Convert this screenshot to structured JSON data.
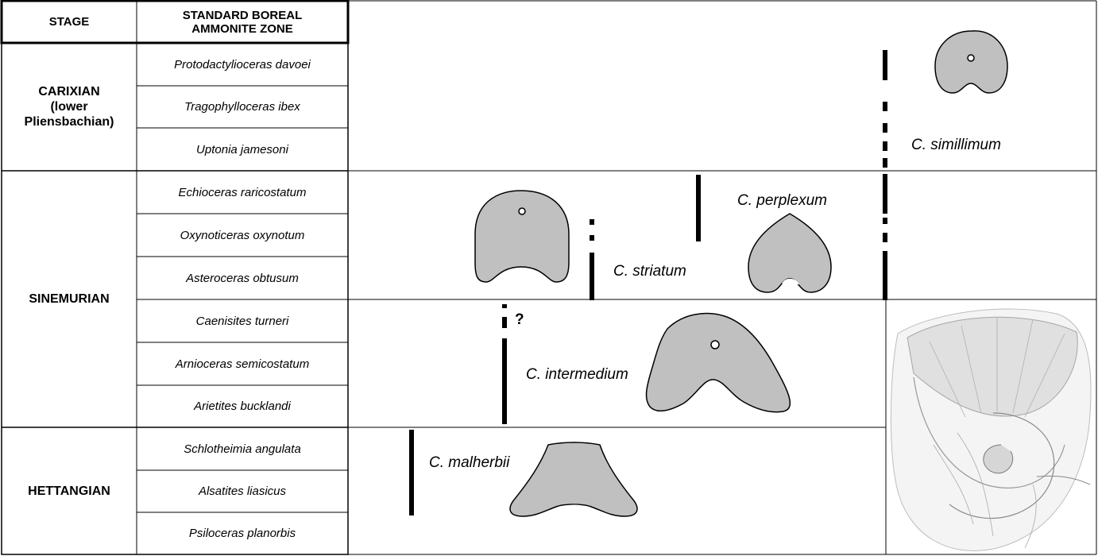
{
  "header": {
    "stage": "STAGE",
    "zone_line1": "STANDARD BOREAL",
    "zone_line2": "AMMONITE ZONE"
  },
  "stages": [
    {
      "line1": "CARIXIAN",
      "line2": "(lower",
      "line3": "Pliensbachian)"
    },
    {
      "line1": "SINEMURIAN"
    },
    {
      "line1": "HETTANGIAN"
    }
  ],
  "zones": [
    "Protodactylioceras davoei",
    "Tragophylloceras ibex",
    "Uptonia jamesoni",
    "Echioceras raricostatum",
    "Oxynoticeras oxynotum",
    "Asteroceras obtusum",
    "Caenisites turneri",
    "Arnioceras semicostatum",
    "Arietites bucklandi",
    "Schlotheimia angulata",
    "Alsatites liasicus",
    "Psiloceras planorbis"
  ],
  "species": {
    "simillimum": "C. simillimum",
    "perplexum": "C. perplexum",
    "striatum": "C. striatum",
    "intermedium": "C. intermedium",
    "malherbii": "C. malherbii",
    "uncertain_mark": "?"
  },
  "colors": {
    "section_fill": "#c0c0c0",
    "line": "#000000"
  }
}
